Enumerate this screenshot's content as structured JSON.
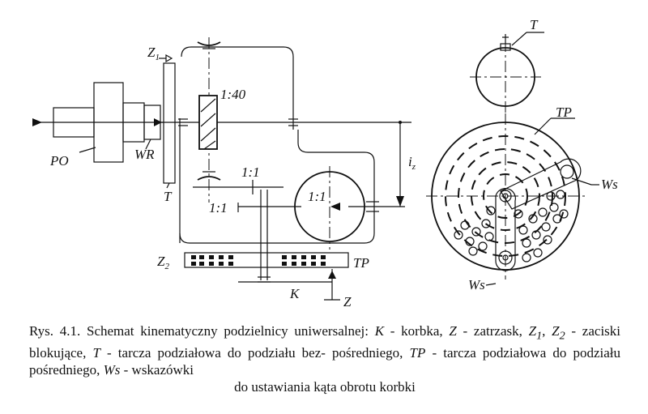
{
  "labels": {
    "z1": "Z",
    "z1_sub": "1",
    "ratio_40": "1:40",
    "po": "PO",
    "wr": "WR",
    "t_left": "T",
    "ratio_11_top": "1:1",
    "ratio_11_left": "1:1",
    "ratio_11_center": "1:1",
    "iz": "i",
    "iz_sub": "z",
    "z2": "Z",
    "z2_sub": "2",
    "tp_left": "TP",
    "k": "K",
    "z": "Z",
    "t_right": "T",
    "tp_right": "TP",
    "ws_right": "Ws",
    "ws_bottom": "Ws"
  },
  "caption": {
    "l1a": "Rys. 4.1. Schemat kinematyczny podzielnicy uniwersalnej: ",
    "k": "K",
    "l1b": " - korbka,",
    "z": "Z",
    "l2a": " - zatrzask, ",
    "z1": "Z",
    "z1s": "1",
    "l2b": ", ",
    "z2": "Z",
    "z2s": "2",
    "l2c": " - zaciski blokujące, ",
    "t": "T",
    "l2d": " - tarcza podziałowa do podziału bez-",
    "l3a": "pośredniego, ",
    "tp": "TP",
    "l3b": " - tarcza podziałowa do podziału pośredniego, ",
    "ws": "Ws",
    "l3c": " - wskazówki",
    "l4": "do ustawiania kąta obrotu korbki"
  }
}
